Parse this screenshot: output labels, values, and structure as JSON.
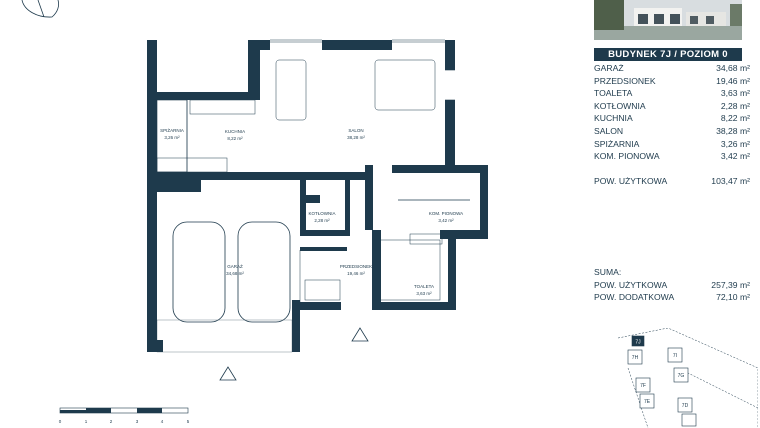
{
  "building_title": "BUDYNEK 7J / POZIOM 0",
  "rooms": [
    {
      "name": "GARAŻ",
      "area": "34,68 m²"
    },
    {
      "name": "PRZEDSIONEK",
      "area": "19,46 m²"
    },
    {
      "name": "TOALETA",
      "area": "3,63 m²"
    },
    {
      "name": "KOTŁOWNIA",
      "area": "2,28 m²"
    },
    {
      "name": "KUCHNIA",
      "area": "8,22 m²"
    },
    {
      "name": "SALON",
      "area": "38,28 m²"
    },
    {
      "name": "SPIŻARNIA",
      "area": "3,26 m²"
    },
    {
      "name": "KOM. PIONOWA",
      "area": "3,42 m²"
    }
  ],
  "total": {
    "label": "POW. UŻYTKOWA",
    "area": "103,47 m²"
  },
  "suma": {
    "title": "SUMA:",
    "rows": [
      {
        "label": "POW. UŻYTKOWA",
        "area": "257,39 m²"
      },
      {
        "label": "POW. DODATKOWA",
        "area": "72,10 m²"
      }
    ]
  },
  "plan_labels": {
    "spizarnia": {
      "name": "SPIŻARNIA",
      "area": "3,26 m²"
    },
    "kuchnia": {
      "name": "KUCHNIA",
      "area": "8,22 m²"
    },
    "salon": {
      "name": "SALON",
      "area": "38,28 m²"
    },
    "kotlownia": {
      "name": "KOTŁOWNIA",
      "area": "2,28 m²"
    },
    "kom_pionowa": {
      "name": "KOM. PIONOWA",
      "area": "3,42 m²"
    },
    "garaz": {
      "name": "GARAŻ",
      "area": "34,68 m²"
    },
    "przedsionek": {
      "name": "PRZEDSIONEK",
      "area": "19,46 m²"
    },
    "toaleta": {
      "name": "TOALETA",
      "area": "3,63 m²"
    }
  },
  "scale": {
    "ticks": [
      "0",
      "1",
      "2",
      "3",
      "4",
      "5"
    ]
  },
  "site_map": {
    "highlight_label": "7J",
    "other_labels": [
      "7H",
      "7I",
      "7G",
      "7F",
      "7E",
      "7D"
    ]
  },
  "colors": {
    "wall": "#1e3a4c",
    "text": "#1e3a4c",
    "highlight": "#1e3a4c"
  }
}
